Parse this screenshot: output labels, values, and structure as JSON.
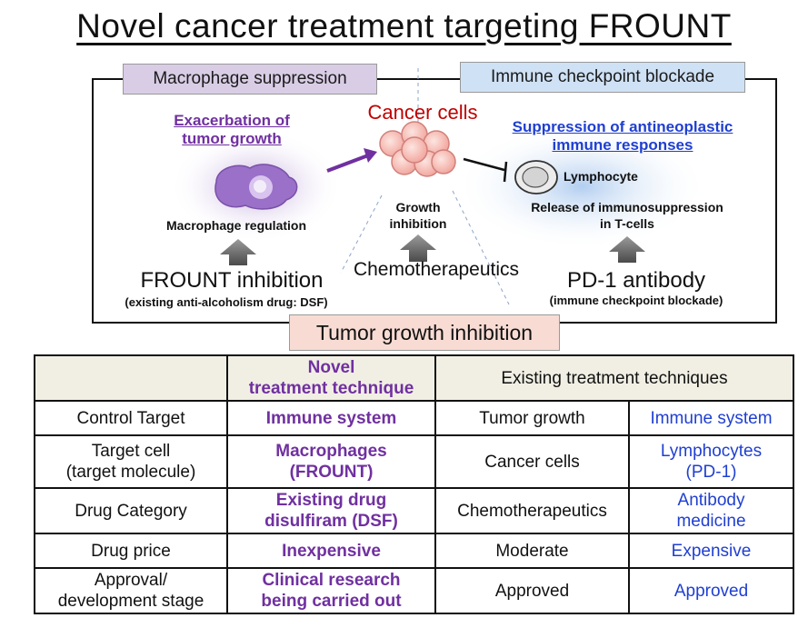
{
  "title": "Novel cancer treatment targeting FROUNT",
  "tags": {
    "macrophage_suppression": "Macrophage suppression",
    "immune_checkpoint_blockade": "Immune checkpoint blockade",
    "tumor_growth_inhibition": "Tumor growth inhibition"
  },
  "diagram": {
    "exacerbation_line1": "Exacerbation of",
    "exacerbation_line2": "tumor growth",
    "cancer_cells": "Cancer cells",
    "suppression_line1": "Suppression of antineoplastic",
    "suppression_line2": "immune responses",
    "lymphocyte": "Lymphocyte",
    "macrophage_regulation": "Macrophage regulation",
    "growth_inhibition_line1": "Growth",
    "growth_inhibition_line2": "inhibition",
    "release_line1": "Release of immunosuppression",
    "release_line2": "in T-cells",
    "frount_inhibition": "FROUNT inhibition",
    "frount_note": "(existing anti-alcoholism drug: DSF)",
    "chemotherapeutics": "Chemotherapeutics",
    "pd1_antibody": "PD-1 antibody",
    "pd1_note": "(immune checkpoint blockade)"
  },
  "colors": {
    "purple": "#7030a0",
    "blue": "#1f3fd1",
    "red": "#c00000",
    "tag_purple": "#d9cde6",
    "tag_blue": "#cfe1f5",
    "tag_pink": "#f8dcd4"
  },
  "table": {
    "header_novel_line1": "Novel",
    "header_novel_line2": "treatment technique",
    "header_existing": "Existing treatment techniques",
    "rows": [
      {
        "label": "Control Target",
        "novel": "Immune system",
        "existing_a": "Tumor growth",
        "existing_b": "Immune system"
      },
      {
        "label_line1": "Target cell",
        "label_line2": "(target molecule)",
        "novel_line1": "Macrophages",
        "novel_line2": "(FROUNT)",
        "existing_a": "Cancer cells",
        "existing_b_line1": "Lymphocytes",
        "existing_b_line2": "(PD-1)"
      },
      {
        "label": "Drug Category",
        "novel_line1": "Existing drug",
        "novel_line2": "disulfiram (DSF)",
        "existing_a": "Chemotherapeutics",
        "existing_b_line1": "Antibody",
        "existing_b_line2": "medicine"
      },
      {
        "label": "Drug price",
        "novel": "Inexpensive",
        "existing_a": "Moderate",
        "existing_b": "Expensive"
      },
      {
        "label_line1": "Approval/",
        "label_line2": "development stage",
        "novel_line1": "Clinical research",
        "novel_line2": "being carried out",
        "existing_a": "Approved",
        "existing_b": "Approved"
      }
    ]
  }
}
